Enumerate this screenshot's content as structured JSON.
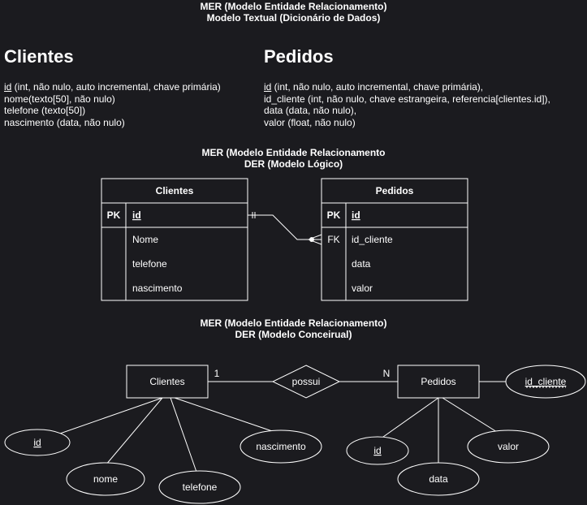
{
  "textual": {
    "header_line1": "MER (Modelo Entidade Relacionamento)",
    "header_line2": "Modelo Textual (Dicionário de Dados)",
    "clientes": {
      "title": "Clientes",
      "lines": [
        {
          "key": "id",
          "rest": " (int, não nulo, auto incremental, chave primária)"
        },
        {
          "key": "",
          "rest": "nome(texto[50], não nulo)"
        },
        {
          "key": "",
          "rest": "telefone (texto[50])"
        },
        {
          "key": "",
          "rest": "nascimento (data, não nulo)"
        }
      ]
    },
    "pedidos": {
      "title": "Pedidos",
      "lines": [
        {
          "key": "id",
          "rest": " (int, não nulo, auto incremental, chave primária),"
        },
        {
          "key": "",
          "rest": "id_cliente (int, não nulo, chave estrangeira, referencia[clientes.id]),"
        },
        {
          "key": "",
          "rest": "data (data, não nulo),"
        },
        {
          "key": "",
          "rest": "valor (float, não nulo)"
        }
      ]
    }
  },
  "logical": {
    "header_line1": "MER (Modelo Entidade Relacionamento",
    "header_line2": "DER (Modelo Lógico)",
    "clientes": {
      "title": "Clientes",
      "pk_label": "PK",
      "pk_field": "id",
      "fields": [
        "Nome",
        "telefone",
        "nascimento"
      ]
    },
    "pedidos": {
      "title": "Pedidos",
      "pk_label": "PK",
      "pk_field": "id",
      "fk_label": "FK",
      "fields": [
        "id_cliente",
        "data",
        "valor"
      ]
    }
  },
  "conceptual": {
    "header_line1": "MER (Modelo Entidade Relacionamento)",
    "header_line2": "DER (Modelo Conceirual)",
    "entity_clientes": "Clientes",
    "entity_pedidos": "Pedidos",
    "relationship": "possui",
    "card_left": "1",
    "card_right": "N",
    "clientes_attrs": {
      "id": "id",
      "nome": "nome",
      "telefone": "telefone",
      "nascimento": "nascimento"
    },
    "pedidos_attrs": {
      "id": "id",
      "data": "data",
      "valor": "valor",
      "id_cliente": "id_cliente"
    }
  }
}
